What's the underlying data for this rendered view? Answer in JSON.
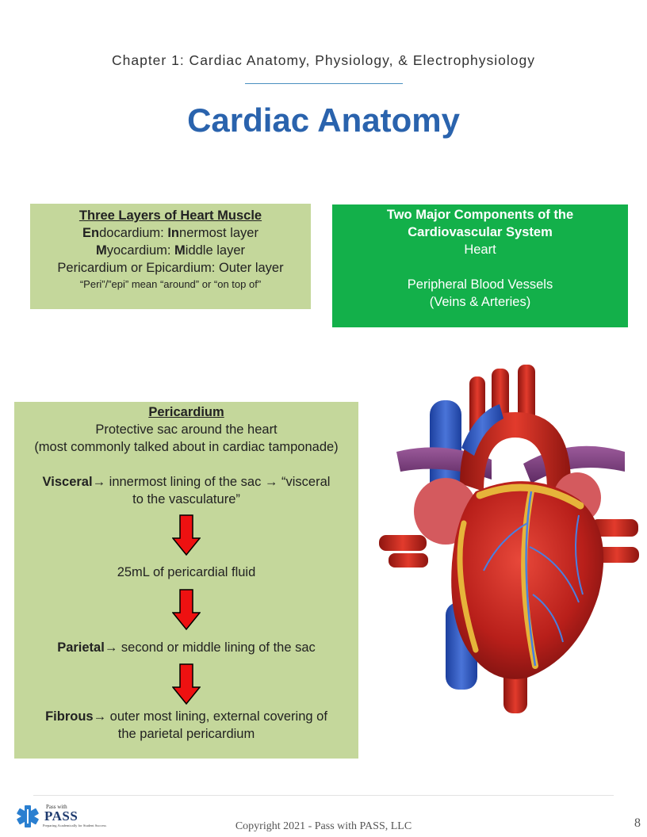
{
  "header": {
    "chapter": "Chapter 1: Cardiac Anatomy, Physiology, & Electrophysiology",
    "title": "Cardiac Anatomy"
  },
  "layers": {
    "heading": "Three Layers of Heart Muscle",
    "endo": {
      "bold1": "En",
      "text1": "docardium: ",
      "bold2": "In",
      "text2": "nermost layer"
    },
    "myo": {
      "bold1": "M",
      "text1": "yocardium: ",
      "bold2": "M",
      "text2": "iddle layer"
    },
    "peri": "Pericardium or Epicardium: Outer layer",
    "note": "“Peri”/”epi” mean “around” or “on top of”"
  },
  "components": {
    "heading1": "Two Major Components of the",
    "heading2": "Cardiovascular System",
    "item1": "Heart",
    "item2": "Peripheral Blood Vessels",
    "item3": "(Veins & Arteries)"
  },
  "pericardium": {
    "heading": "Pericardium",
    "desc1": "Protective sac around the heart",
    "desc2": "(most commonly talked about in cardiac tamponade)",
    "visceral_term": "Visceral",
    "visceral_text1": " innermost lining of the sac ",
    "visceral_text2": " “visceral",
    "visceral_text3": "to the vasculature”",
    "fluid": "25mL of pericardial fluid",
    "parietal_term": "Parietal",
    "parietal_text": " second or middle lining of the sac",
    "fibrous_term": "Fibrous",
    "fibrous_text1": " outer most lining, external covering of",
    "fibrous_text2": "the parietal pericardium",
    "arrow_glyph": "→"
  },
  "footer": {
    "logo_small": "Pass with",
    "logo_main": "PASS",
    "logo_tag": "Preparing Academically for Student Success",
    "copyright": "Copyright 2021 - Pass with PASS, LLC",
    "page": "8"
  },
  "colors": {
    "title": "#2a63ad",
    "light_green": "#c4d79b",
    "bright_green": "#13b04a",
    "arrow_red": "#ee1111"
  },
  "icons": [
    "down-arrow-icon",
    "heart-illustration",
    "star-of-life-icon"
  ]
}
